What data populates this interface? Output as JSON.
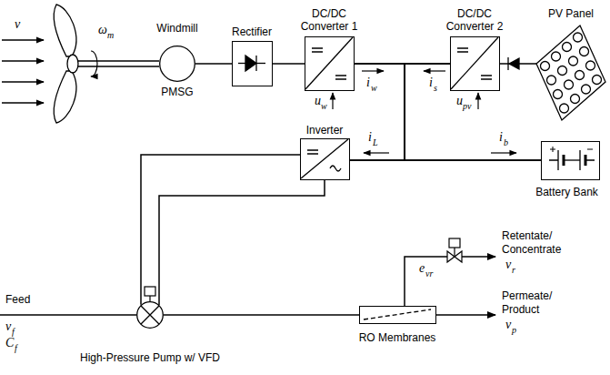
{
  "diagram": {
    "nodes": [
      {
        "text": [
          "Windmill",
          "PMSG"
        ]
      },
      {
        "text": [
          "Rectifier"
        ]
      },
      {
        "text": [
          "DC/DC Converter 1"
        ]
      },
      {
        "text": [
          "DC/DC Converter 2"
        ]
      },
      {
        "text": [
          "PV Panel"
        ]
      },
      {
        "text": [
          "Inverter"
        ]
      },
      {
        "text": [
          "Battery Bank"
        ]
      },
      {
        "text": [
          "High-Pressure Pump w/ VFD"
        ]
      },
      {
        "text": [
          "RO Membranes"
        ]
      }
    ],
    "edges": [
      {
        "from": 0,
        "to": 1,
        "arrow": "none"
      },
      {
        "from": 1,
        "to": 2,
        "arrow": "none"
      },
      {
        "from": 2,
        "to": 5,
        "arrow": "none"
      },
      {
        "from": 2,
        "to": 6,
        "arrow": "none"
      },
      {
        "from": 3,
        "to": 5,
        "arrow": "none"
      },
      {
        "from": 3,
        "to": 6,
        "arrow": "none"
      },
      {
        "from": 4,
        "to": 3,
        "arrow": "none"
      },
      {
        "from": 5,
        "to": 7,
        "arrow": "none"
      },
      {
        "from": 7,
        "to": 8,
        "arrow": "none"
      }
    ],
    "labels": [
      "v",
      "ω",
      "m",
      "i",
      "w",
      "u",
      "w",
      "i",
      "s",
      "u",
      "pv",
      "i",
      "L",
      "i",
      "b",
      "e",
      "vr",
      "Feed",
      "v",
      "f",
      "C",
      "f",
      "Retentate/ Concentrate",
      "v",
      "r",
      "Permeate/ Product",
      "v",
      "p"
    ]
  }
}
